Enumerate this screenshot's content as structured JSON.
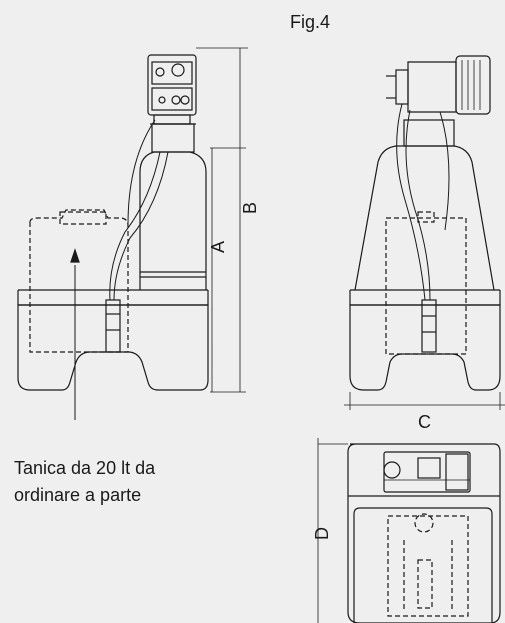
{
  "figure": {
    "title": "Fig.4"
  },
  "note": {
    "line1": "Tanica da 20 lt da",
    "line2": "ordinare a parte"
  },
  "dimensions": {
    "a": "A",
    "b": "B",
    "c": "C",
    "d": "D"
  },
  "colors": {
    "background": "#efeff0",
    "line": "#1a1a1a"
  }
}
